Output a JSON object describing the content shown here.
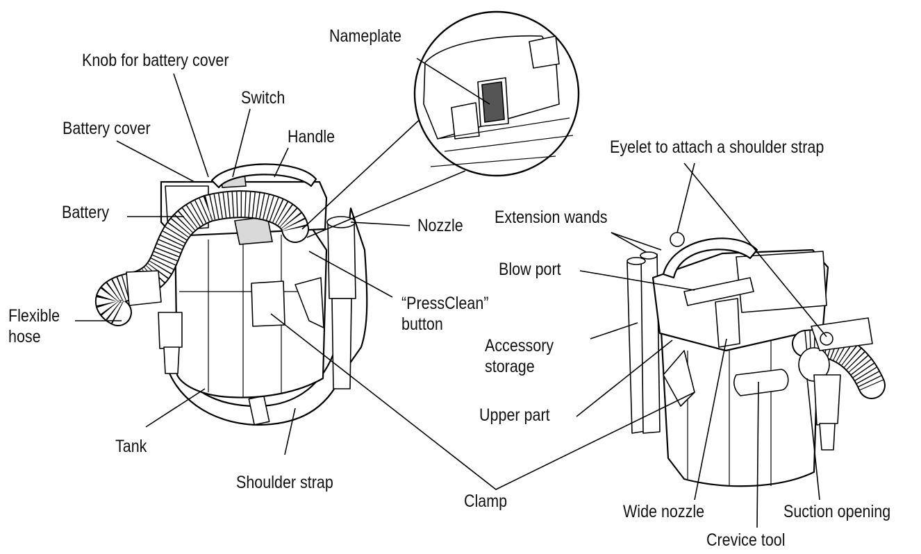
{
  "labels": {
    "nameplate": "Nameplate",
    "knob_battery_cover": "Knob for battery cover",
    "switch": "Switch",
    "battery_cover": "Battery cover",
    "handle": "Handle",
    "battery": "Battery",
    "nozzle": "Nozzle",
    "flexible_hose_line1": "Flexible",
    "flexible_hose_line2": "hose",
    "pressclean_line1": "“PressClean”",
    "pressclean_line2": "button",
    "tank": "Tank",
    "shoulder_strap": "Shoulder strap",
    "clamp": "Clamp",
    "eyelet": "Eyelet to attach a shoulder strap",
    "extension_wands": "Extension wands",
    "blow_port": "Blow port",
    "accessory_storage_line1": "Accessory",
    "accessory_storage_line2": "storage",
    "upper_part": "Upper part",
    "wide_nozzle": "Wide nozzle",
    "suction_opening": "Suction opening",
    "crevice_tool": "Crevice tool"
  }
}
